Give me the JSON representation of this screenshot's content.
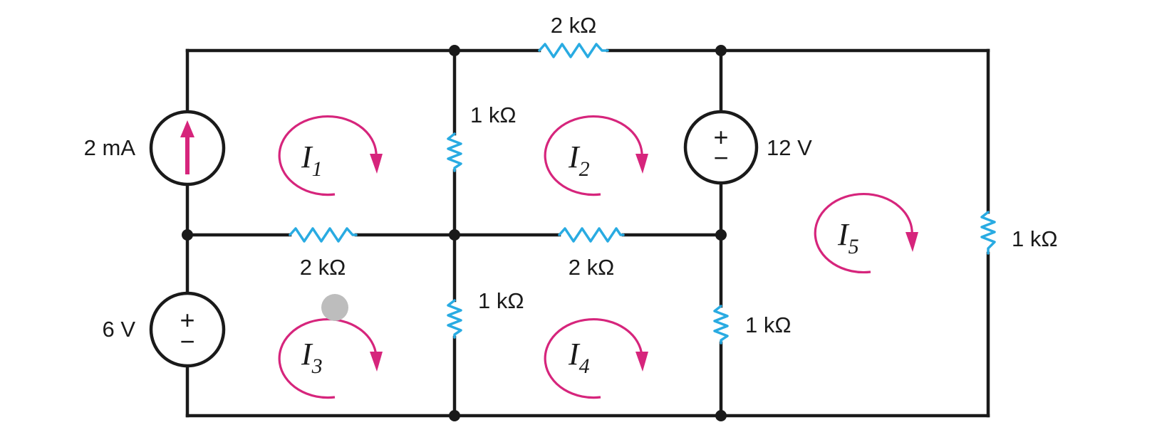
{
  "colors": {
    "wire": "#1a1a1a",
    "resistor": "#29abe2",
    "loop_arrow": "#d6257c",
    "cursor_dot": "#bdbdbd"
  },
  "labels": {
    "r_top": "2 kΩ",
    "r_mid_left_vertical": "1 kΩ",
    "r_mid_horiz_left": "2 kΩ",
    "r_mid_horiz_right": "2 kΩ",
    "r_bottom_left_vertical": "1 kΩ",
    "r_bottom_right_vertical": "1 kΩ",
    "r_right": "1 kΩ",
    "current_source": "2 mA",
    "voltage_source_top": "12 V",
    "voltage_source_bottom": "6 V"
  },
  "source_symbols": {
    "plus": "+",
    "minus": "−"
  },
  "mesh_currents": [
    {
      "letter": "I",
      "subscript": "1"
    },
    {
      "letter": "I",
      "subscript": "2"
    },
    {
      "letter": "I",
      "subscript": "3"
    },
    {
      "letter": "I",
      "subscript": "4"
    },
    {
      "letter": "I",
      "subscript": "5"
    }
  ],
  "icons": {
    "cursor": "cursor-dot-icon",
    "loop": "clockwise-arrow-icon"
  }
}
